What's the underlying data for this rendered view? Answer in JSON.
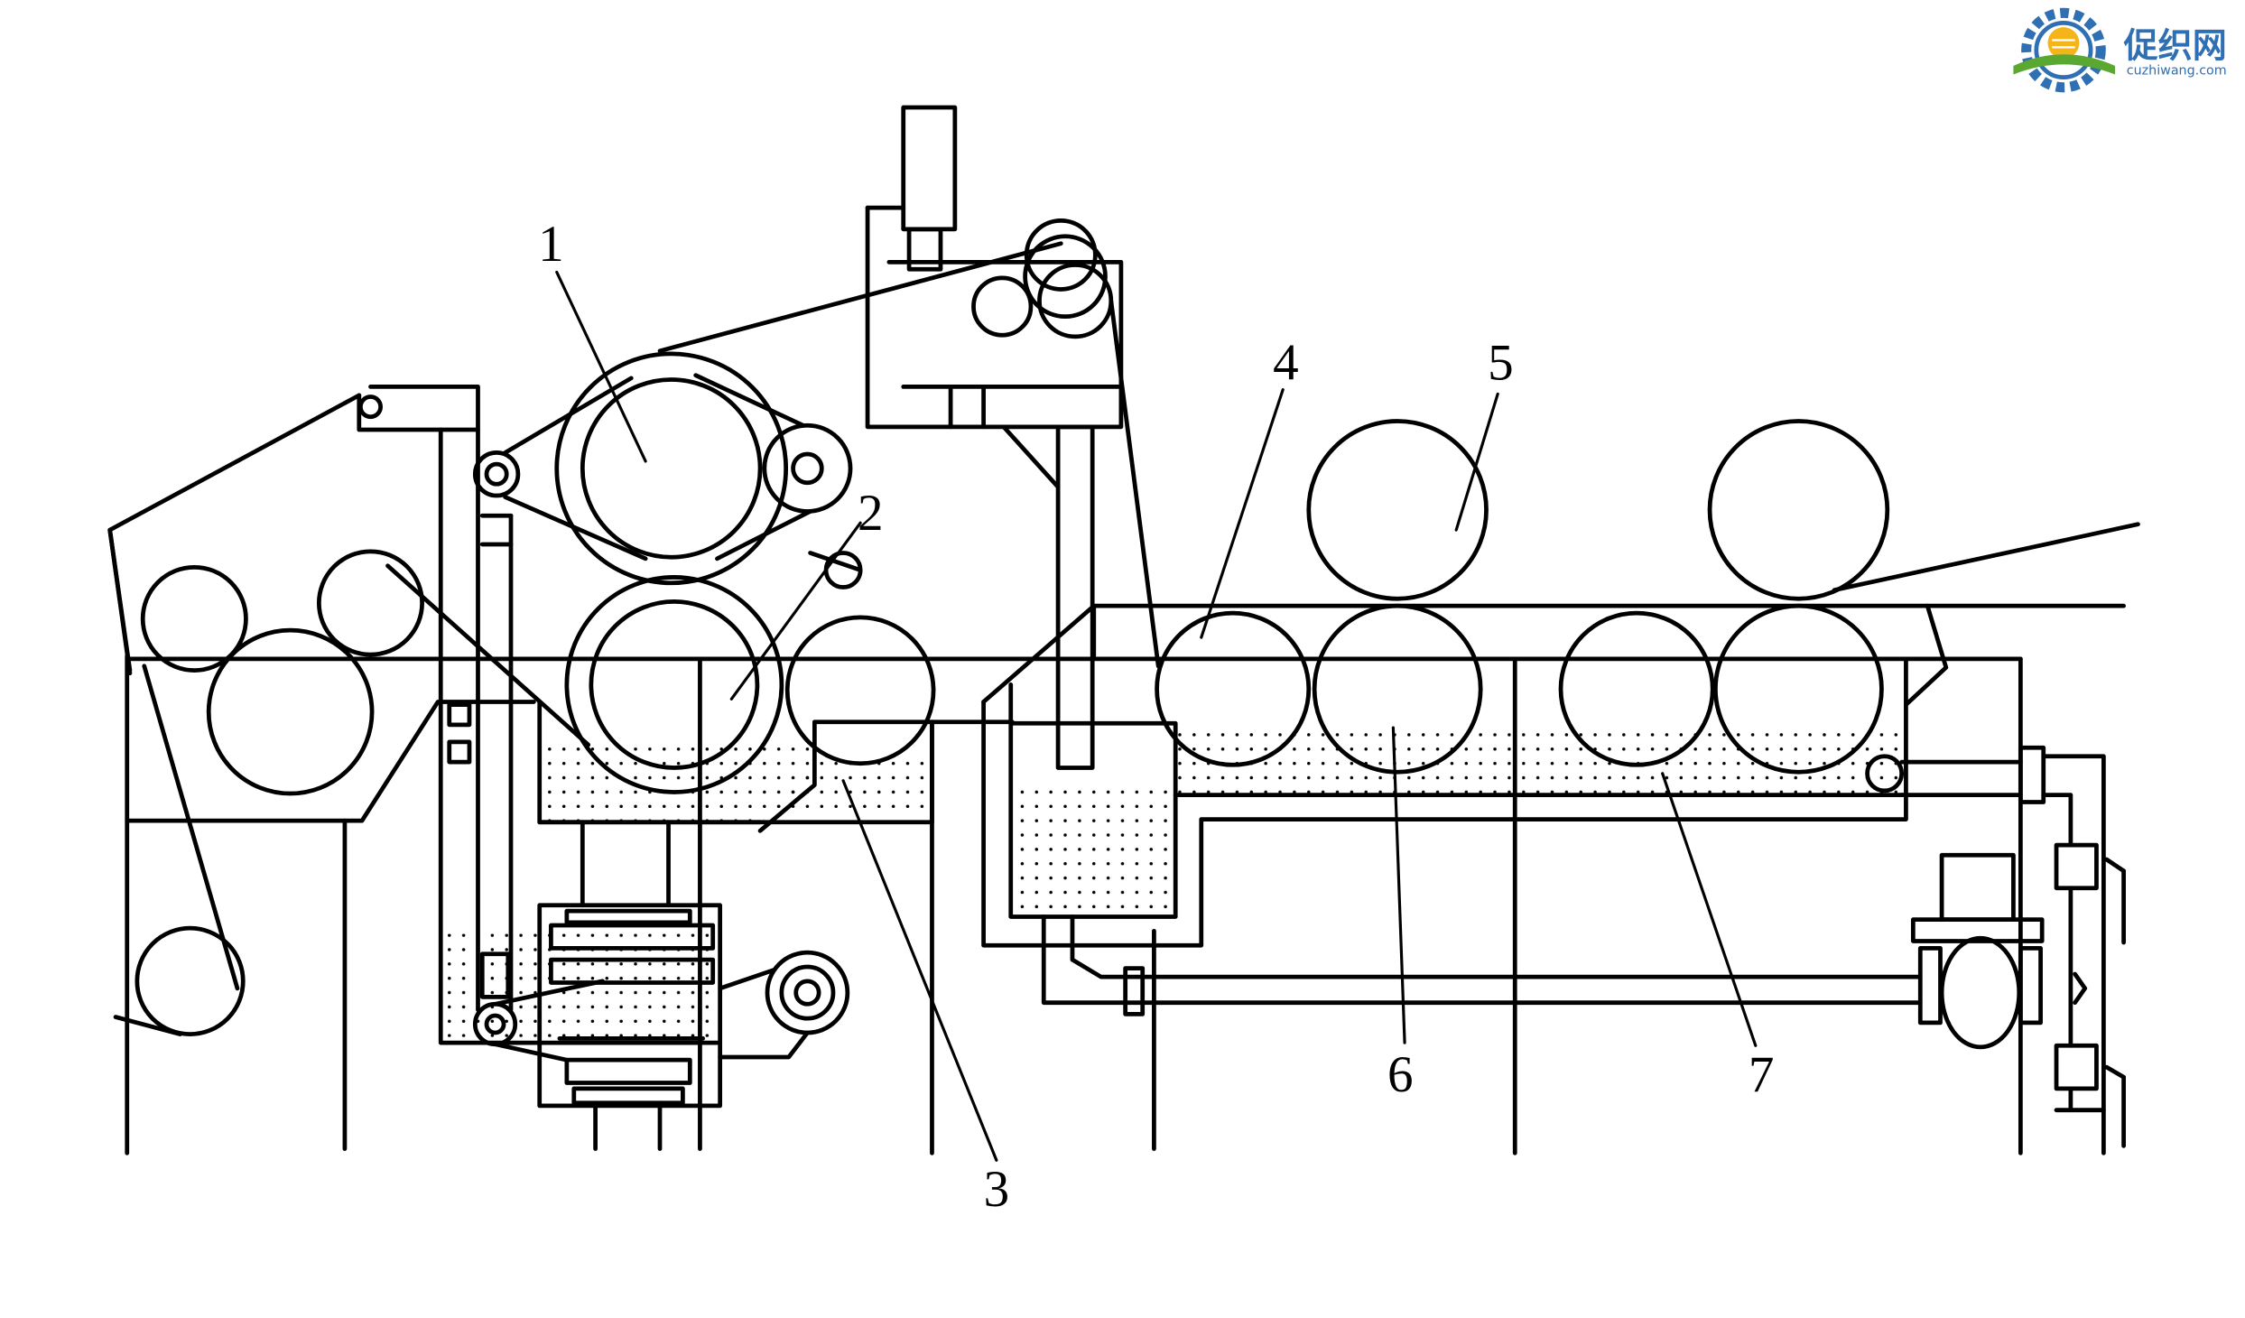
{
  "labels": {
    "l1": "1",
    "l2": "2",
    "l3": "3",
    "l4": "4",
    "l5": "5",
    "l6": "6",
    "l7": "7"
  },
  "logo": {
    "name_cn": "促织网",
    "url_text": "cuzhiwang.com",
    "colors": {
      "gear": "#2f6fb4",
      "swoosh": "#5aa832",
      "sun": "#f4b41a",
      "text": "#2f6fb4"
    }
  },
  "colors": {
    "line": "#000000",
    "background": "#ffffff"
  }
}
